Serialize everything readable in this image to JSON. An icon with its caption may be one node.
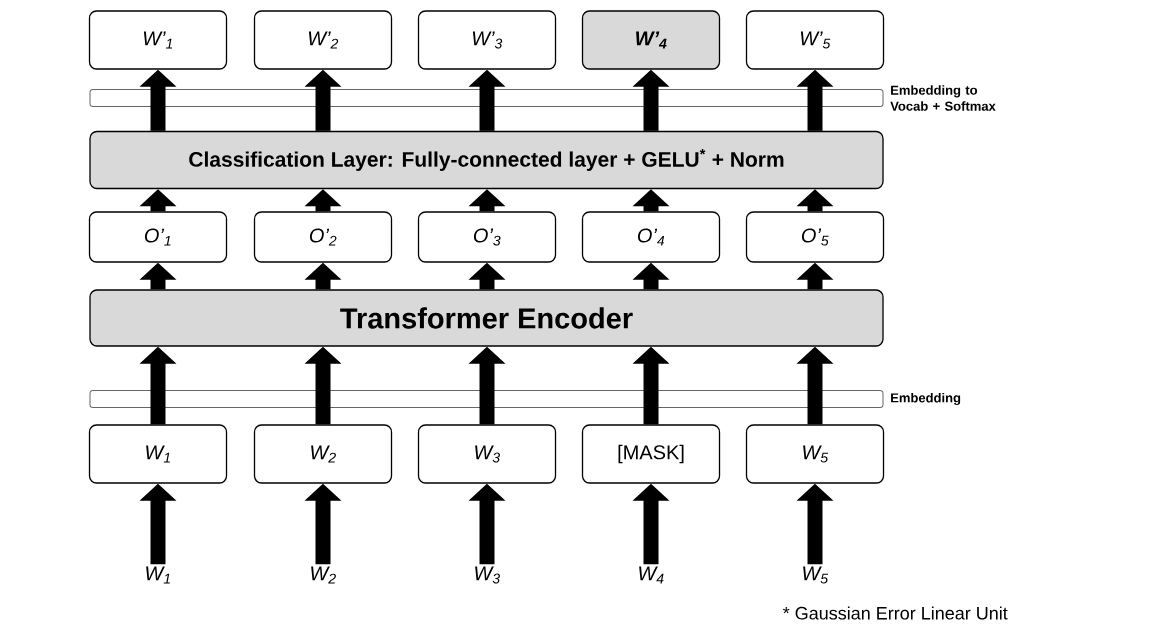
{
  "diagram": {
    "nodes": [
      {
        "text": [
          "W’$_{1}$"
        ]
      },
      {
        "text": [
          "W’$_{2}$"
        ]
      },
      {
        "text": [
          "W’$_{3}$"
        ]
      },
      {
        "text": [
          "W’$_{4}$"
        ]
      },
      {
        "text": [
          "W’$_{5}$"
        ]
      },
      {
        "text": [],
        "shape": "bar",
        "beside": [
          "Embedding to Vocab + Softmax"
        ]
      },
      {
        "text": [
          "Classification Layer: Fully-connected layer + GELU$^{*}$ + Norm"
        ]
      },
      {
        "text": [
          "O’$_{1}$"
        ]
      },
      {
        "text": [
          "O’$_{2}$"
        ]
      },
      {
        "text": [
          "O’$_{3}$"
        ]
      },
      {
        "text": [
          "O’$_{4}$"
        ]
      },
      {
        "text": [
          "O’$_{5}$"
        ]
      },
      {
        "text": [
          "Transformer Encoder"
        ]
      },
      {
        "text": [],
        "shape": "bar",
        "beside": [
          "Embedding"
        ]
      },
      {
        "text": [
          "W$_{1}$"
        ]
      },
      {
        "text": [
          "W$_{2}$"
        ]
      },
      {
        "text": [
          "W$_{3}$"
        ]
      },
      {
        "text": [
          "[MASK]"
        ]
      },
      {
        "text": [
          "W$_{5}$"
        ]
      },
      {
        "text": [
          "W$_{1}$"
        ]
      },
      {
        "text": [
          "W$_{2}$"
        ]
      },
      {
        "text": [
          "W$_{3}$"
        ]
      },
      {
        "text": [
          "W$_{4}$"
        ]
      },
      {
        "text": [
          "W$_{5}$"
        ]
      }
    ],
    "edges": [
      {
        "from": 19,
        "to": 14,
        "arrow": "to"
      },
      {
        "from": 20,
        "to": 15,
        "arrow": "to"
      },
      {
        "from": 21,
        "to": 16,
        "arrow": "to"
      },
      {
        "from": 22,
        "to": 17,
        "arrow": "to"
      },
      {
        "from": 23,
        "to": 18,
        "arrow": "to"
      },
      {
        "from": 14,
        "to": 13,
        "arrow": "none"
      },
      {
        "from": 15,
        "to": 13,
        "arrow": "none"
      },
      {
        "from": 16,
        "to": 13,
        "arrow": "none"
      },
      {
        "from": 17,
        "to": 13,
        "arrow": "none"
      },
      {
        "from": 18,
        "to": 13,
        "arrow": "none"
      },
      {
        "from": 13,
        "to": 12,
        "arrow": "to"
      },
      {
        "from": 13,
        "to": 12,
        "arrow": "to"
      },
      {
        "from": 13,
        "to": 12,
        "arrow": "to"
      },
      {
        "from": 13,
        "to": 12,
        "arrow": "to"
      },
      {
        "from": 13,
        "to": 12,
        "arrow": "to"
      },
      {
        "from": 12,
        "to": 7,
        "arrow": "to"
      },
      {
        "from": 12,
        "to": 8,
        "arrow": "to"
      },
      {
        "from": 12,
        "to": 9,
        "arrow": "to"
      },
      {
        "from": 12,
        "to": 10,
        "arrow": "to"
      },
      {
        "from": 12,
        "to": 11,
        "arrow": "to"
      },
      {
        "from": 7,
        "to": 6,
        "arrow": "to"
      },
      {
        "from": 8,
        "to": 6,
        "arrow": "to"
      },
      {
        "from": 9,
        "to": 6,
        "arrow": "to"
      },
      {
        "from": 10,
        "to": 6,
        "arrow": "to"
      },
      {
        "from": 11,
        "to": 6,
        "arrow": "to"
      },
      {
        "from": 6,
        "to": 5,
        "arrow": "none"
      },
      {
        "from": 6,
        "to": 5,
        "arrow": "none"
      },
      {
        "from": 6,
        "to": 5,
        "arrow": "none"
      },
      {
        "from": 6,
        "to": 5,
        "arrow": "none"
      },
      {
        "from": 6,
        "to": 5,
        "arrow": "none"
      },
      {
        "from": 5,
        "to": 0,
        "arrow": "to"
      },
      {
        "from": 5,
        "to": 1,
        "arrow": "to"
      },
      {
        "from": 5,
        "to": 2,
        "arrow": "to"
      },
      {
        "from": 5,
        "to": 3,
        "arrow": "to"
      },
      {
        "from": 5,
        "to": 4,
        "arrow": "to"
      }
    ],
    "labels": [
      "* Gaussian Error Linear Unit"
    ]
  }
}
